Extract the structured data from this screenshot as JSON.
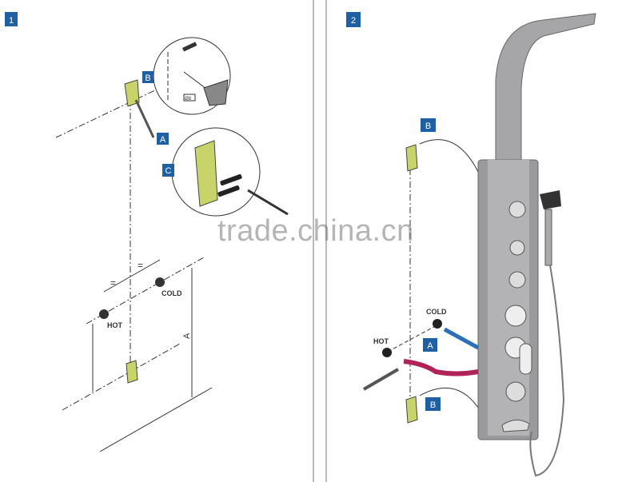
{
  "steps": [
    {
      "number": "1"
    },
    {
      "number": "2"
    }
  ],
  "step1": {
    "badges": {
      "a": "A",
      "b": "B",
      "c": "C"
    },
    "drill_size": "Ø8",
    "equal_marks": [
      "=",
      "="
    ],
    "hot_label": "HOT",
    "cold_label": "COLD",
    "dimension_label": "A"
  },
  "step2": {
    "badges": {
      "a": "A",
      "b_top": "B",
      "b_bottom": "B"
    },
    "hot_label": "HOT",
    "cold_label": "COLD"
  },
  "watermark": "trade.china.cn",
  "colors": {
    "badge": "#1f5fa3",
    "bracket": "#c8d46a",
    "hot_pipe": "#b0235a",
    "cold_pipe": "#2a6fb8",
    "steel": "#9a9a9c"
  }
}
